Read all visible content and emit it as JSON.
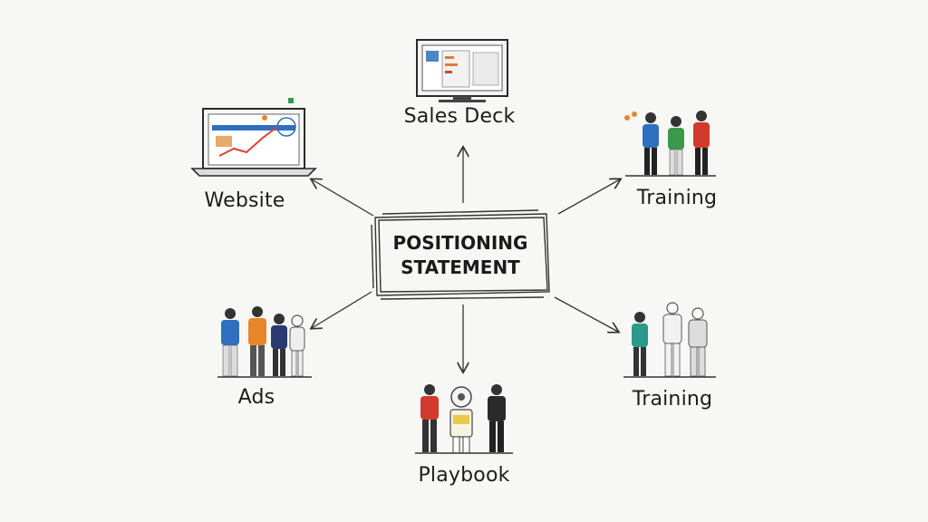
{
  "center": {
    "line1": "POSITIONING",
    "line2": "STATEMENT"
  },
  "nodes": [
    {
      "id": "sales-deck",
      "label": "Sales Deck",
      "icon": "monitor-icon"
    },
    {
      "id": "website",
      "label": "Website",
      "icon": "laptop-icon"
    },
    {
      "id": "training-top",
      "label": "Training",
      "icon": "people-group-icon"
    },
    {
      "id": "ads",
      "label": "Ads",
      "icon": "people-group-icon"
    },
    {
      "id": "playbook",
      "label": "Playbook",
      "icon": "people-group-icon"
    },
    {
      "id": "training-bottom",
      "label": "Training",
      "icon": "people-group-icon"
    }
  ],
  "colors": {
    "ink": "#222222",
    "blue": "#2f6fc0",
    "orange": "#e8862a",
    "green": "#3a9a4a",
    "red": "#d23a2e"
  }
}
